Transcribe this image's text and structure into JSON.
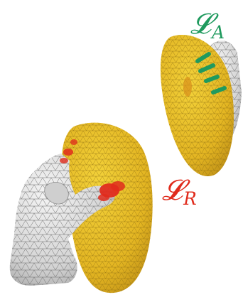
{
  "labels": {
    "attraction": {
      "script": "𝓛",
      "subscript": "A"
    },
    "repulsion": {
      "script": "𝓛",
      "subscript": "R"
    }
  },
  "colors": {
    "object_fill": "#e8c02a",
    "object_shade": "#c9981a",
    "mesh_line": "#8a6a10",
    "hand_fill": "#e6e6e6",
    "hand_shade": "#b4b4b4",
    "hand_line": "#6e6e6e",
    "attraction_color": "#1f9a5e",
    "repulsion_color": "#e02b1c"
  }
}
